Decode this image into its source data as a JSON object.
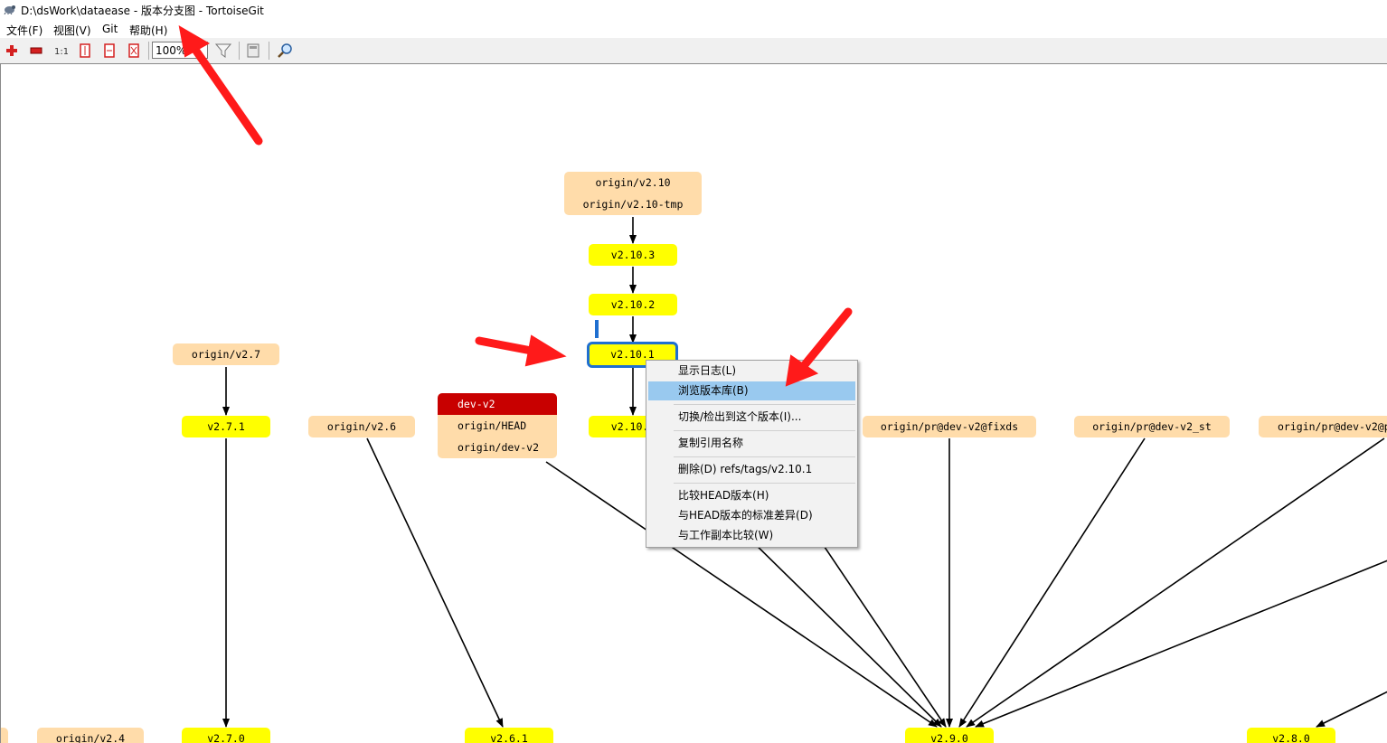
{
  "window": {
    "title": "D:\\dsWork\\dataease - 版本分支图 - TortoiseGit"
  },
  "menu": {
    "items": [
      "文件(F)",
      "视图(V)",
      "Git",
      "帮助(H)"
    ]
  },
  "toolbar": {
    "buttons": [
      "zoom-in-icon",
      "zoom-out-icon",
      "actual-size-icon",
      "fit-height-icon",
      "fit-width-icon",
      "fit-window-icon"
    ],
    "zoom_value": "100%",
    "filter": "filter-icon",
    "overview": "overview-icon",
    "search": "search-icon"
  },
  "graph": {
    "nodes": {
      "n_v210_top": [
        "origin/v2.10",
        "origin/v2.10-tmp"
      ],
      "n_v2103": [
        "v2.10.3"
      ],
      "n_v2102": [
        "v2.10.2"
      ],
      "n_v2101": [
        "v2.10.1"
      ],
      "n_v2100": [
        "v2.10.0"
      ],
      "n_v27": [
        "origin/v2.7"
      ],
      "n_v271": [
        "v2.7.1"
      ],
      "n_v26": [
        "origin/v2.6"
      ],
      "n_devv2": [
        "dev-v2",
        "origin/HEAD",
        "origin/dev-v2"
      ],
      "n_prfix": [
        "origin/pr@dev-v2@fixds"
      ],
      "n_prst": [
        "origin/pr@dev-v2_st"
      ],
      "n_prp": [
        "origin/pr@dev-v2@p"
      ],
      "n_v24": [
        "origin/v2.4"
      ],
      "n_v270": [
        "v2.7.0"
      ],
      "n_v261": [
        "v2.6.1"
      ],
      "n_v290": [
        "v2.9.0"
      ],
      "n_v280": [
        "v2.8.0"
      ]
    }
  },
  "context_menu": {
    "items": [
      {
        "label": "显示日志(L)",
        "highlighted": false
      },
      {
        "label": "浏览版本库(B)",
        "highlighted": true
      },
      {
        "label": "切换/检出到这个版本(I)...",
        "highlighted": false
      },
      {
        "label": "复制引用名称",
        "highlighted": false
      },
      {
        "label": "删除(D) refs/tags/v2.10.1",
        "highlighted": false
      },
      {
        "label": "比较HEAD版本(H)",
        "highlighted": false
      },
      {
        "label": "与HEAD版本的标准差异(D)",
        "highlighted": false
      },
      {
        "label": "与工作副本比较(W)",
        "highlighted": false
      }
    ]
  },
  "colors": {
    "tag": "#ffff00",
    "branch": "#ffdcaa",
    "current_branch": "#c80000",
    "selection": "#1f6fd0",
    "menu_highlight": "#99c9ef",
    "annotation_arrow": "#ff1a1a"
  }
}
